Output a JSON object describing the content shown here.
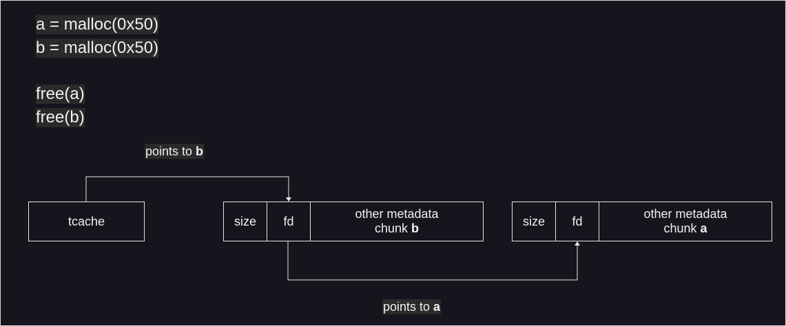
{
  "code": {
    "line1": "a = malloc(0x50)",
    "line2": "b = malloc(0x50)",
    "line3": "free(a)",
    "line4": "free(b)"
  },
  "labels": {
    "top_prefix": "points to ",
    "top_target": "b",
    "bottom_prefix": "points to ",
    "bottom_target": "a"
  },
  "tcache": {
    "label": "tcache"
  },
  "chunk_b": {
    "size_label": "size",
    "fd_label": "fd",
    "meta_line1": "other metadata",
    "meta_line2_prefix": "chunk ",
    "meta_line2_name": "b"
  },
  "chunk_a": {
    "size_label": "size",
    "fd_label": "fd",
    "meta_line1": "other metadata",
    "meta_line2_prefix": "chunk ",
    "meta_line2_name": "a"
  },
  "colors": {
    "background": "#18141d",
    "text": "#f0f0f0",
    "stroke": "#e6e6e6",
    "label_bg": "#2a2a2a"
  }
}
